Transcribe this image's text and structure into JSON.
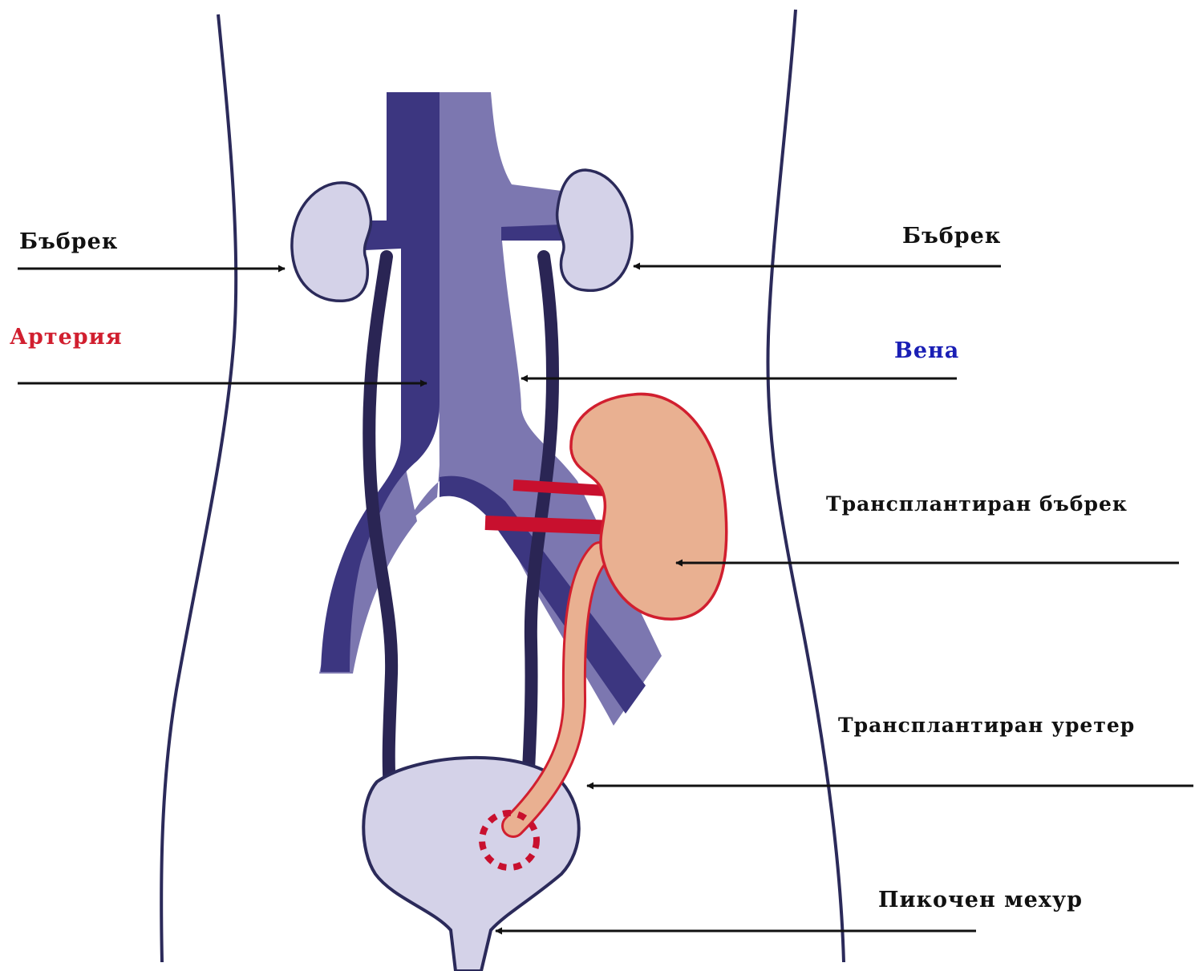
{
  "labels": {
    "kidney_left": "Бъбрек",
    "kidney_right": "Бъбрек",
    "artery": "Артерия",
    "vein": "Вена",
    "transplanted_kidney": "Трансплантиран бъбрек",
    "transplanted_ureter": "Трансплантиран уретер",
    "bladder": "Пикочен мехур"
  },
  "colors": {
    "background": "#ffffff",
    "body_outline": "#2b2a5a",
    "artery_dark": "#3c3680",
    "vein_light": "#7c77b0",
    "kidney_fill": "#d4d2e8",
    "kidney_outline": "#2b2a5a",
    "ureter": "#2a2554",
    "transplant_fill": "#e9b091",
    "transplant_outline": "#d11f2f",
    "vessel_red": "#c8102e",
    "label_text": "#111111",
    "label_artery": "#d11f2f",
    "label_vein": "#1a1fb5",
    "arrow": "#111111"
  }
}
